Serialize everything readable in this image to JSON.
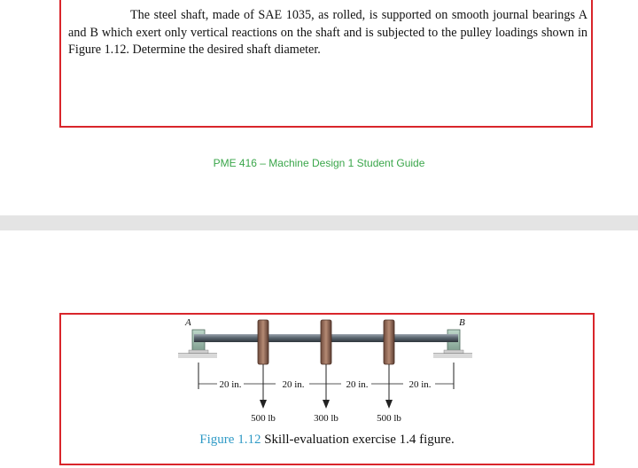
{
  "problem": {
    "text": "The steel shaft, made of SAE 1035, as rolled, is supported on smooth journal bearings A and B which exert only vertical reactions on the shaft and is subjected to the pulley loadings shown in Figure 1.12. Determine the desired shaft diameter."
  },
  "footer": {
    "text": "PME 416 – Machine Design 1 Student Guide"
  },
  "figure": {
    "bearing_a": "A",
    "bearing_b": "B",
    "dimensions": [
      "20 in.",
      "20 in.",
      "20 in.",
      "20 in."
    ],
    "loads": [
      "500 lb",
      "300 lb",
      "500 lb"
    ],
    "caption_number": "Figure 1.12",
    "caption_text": "Skill-evaluation exercise 1.4 figure."
  },
  "colors": {
    "border": "#d9252b",
    "footer_green": "#3aa64a",
    "caption_blue": "#2f9ac6",
    "page_gap": "#e4e4e4"
  }
}
